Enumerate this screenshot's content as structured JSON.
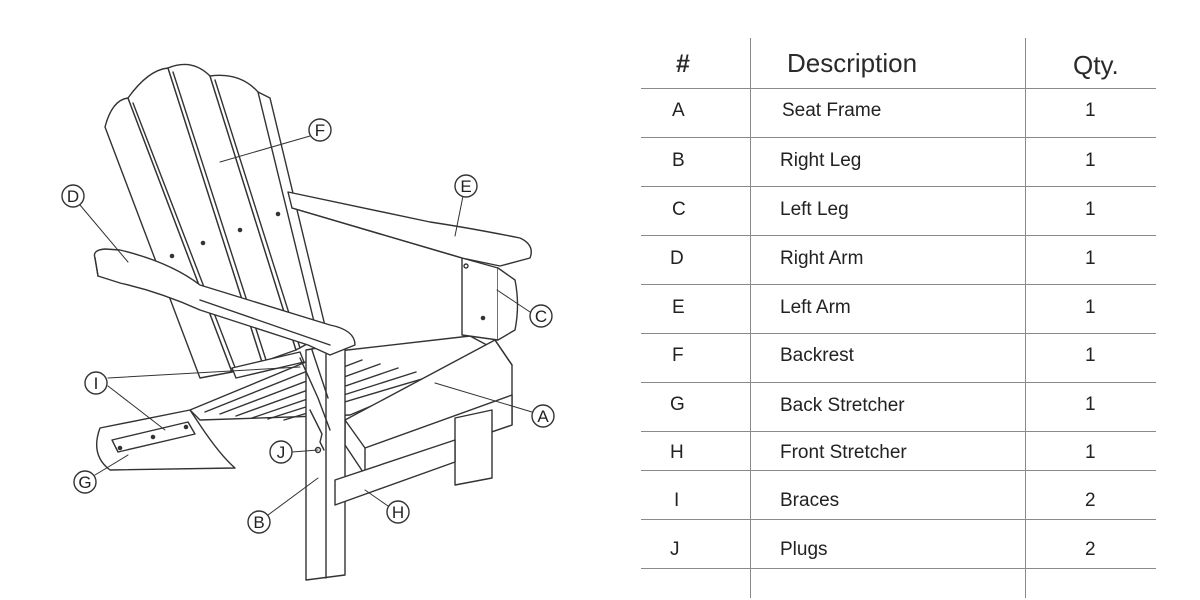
{
  "table": {
    "headers": {
      "num": "#",
      "desc": "Description",
      "qty": "Qty."
    },
    "rows": [
      {
        "id": "A",
        "description": "Seat Frame",
        "qty": "1"
      },
      {
        "id": "B",
        "description": "Right Leg",
        "qty": "1"
      },
      {
        "id": "C",
        "description": "Left Leg",
        "qty": "1"
      },
      {
        "id": "D",
        "description": "Right Arm",
        "qty": "1"
      },
      {
        "id": "E",
        "description": "Left Arm",
        "qty": "1"
      },
      {
        "id": "F",
        "description": "Backrest",
        "qty": "1"
      },
      {
        "id": "G",
        "description": "Back Stretcher",
        "qty": "1"
      },
      {
        "id": "H",
        "description": "Front Stretcher",
        "qty": "1"
      },
      {
        "id": "I",
        "description": "Braces",
        "qty": "2"
      },
      {
        "id": "J",
        "description": "Plugs",
        "qty": "2"
      }
    ]
  },
  "callouts": [
    "A",
    "B",
    "C",
    "D",
    "E",
    "F",
    "G",
    "H",
    "I",
    "J"
  ],
  "colors": {
    "line": "#333333",
    "grid": "#8a8a8a",
    "background": "#ffffff"
  }
}
